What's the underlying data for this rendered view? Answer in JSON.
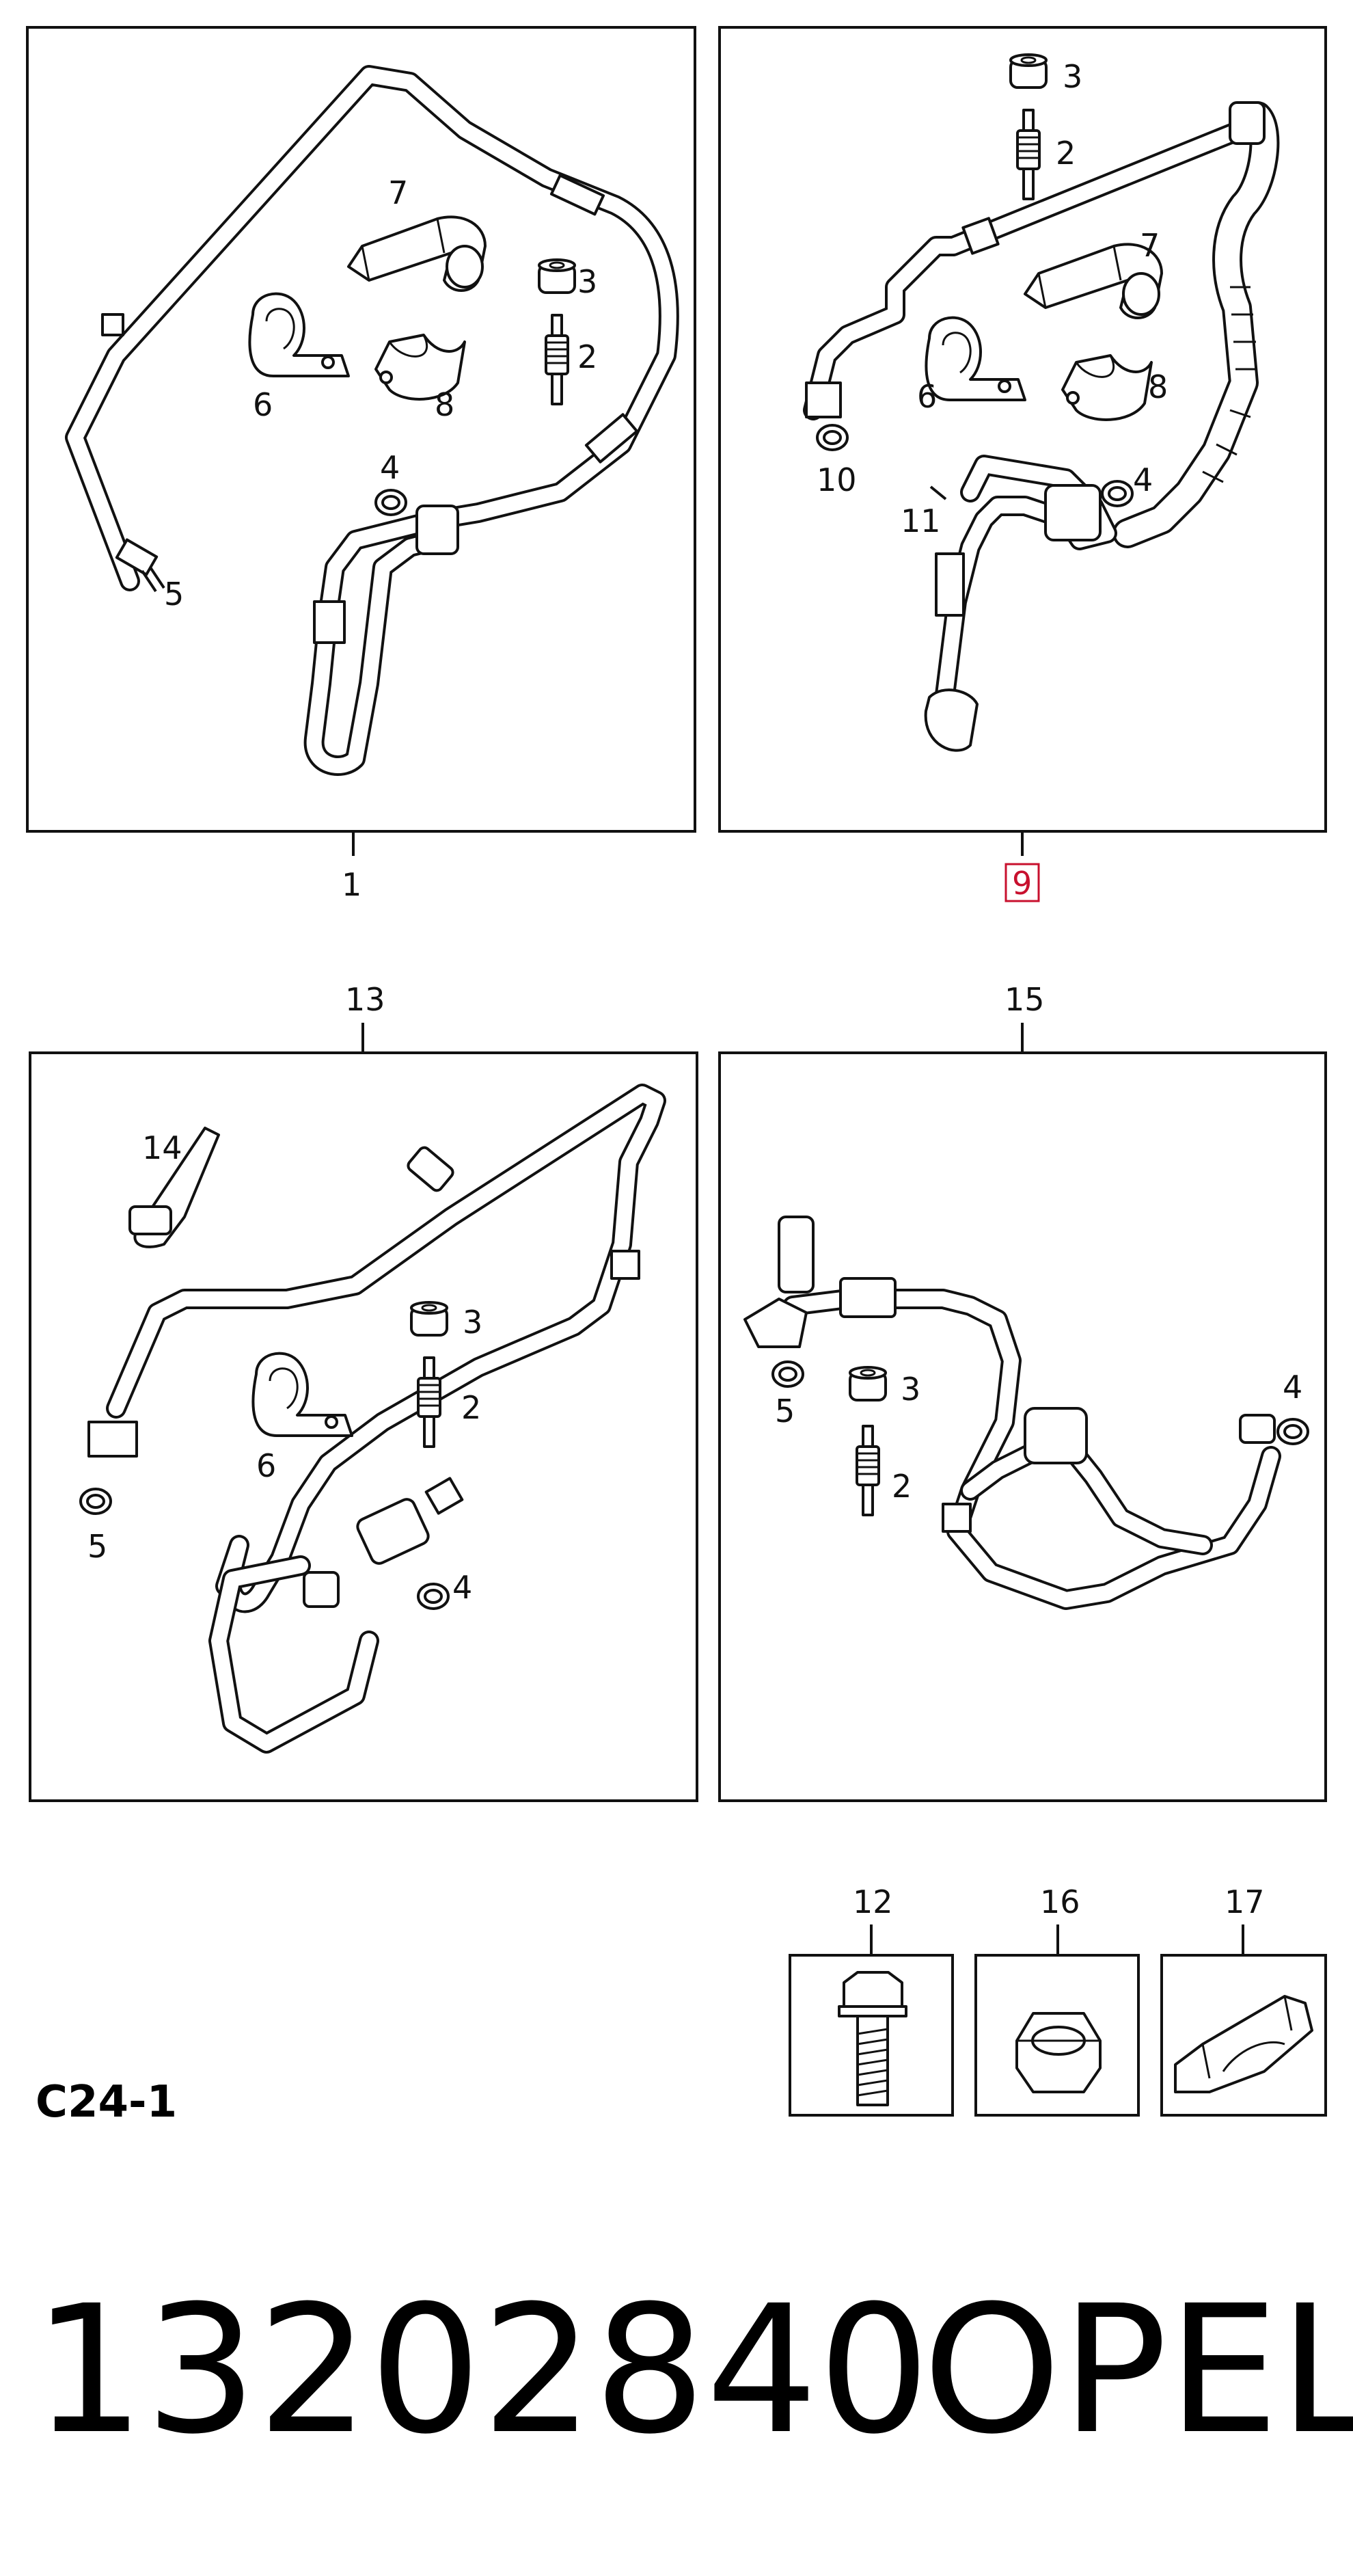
{
  "diagram": {
    "sheet_code": "C24-1",
    "part_number": "13202840",
    "brand": "OPEL",
    "highlight_color": "#c8102e",
    "groups": [
      {
        "id": "1",
        "highlighted": false,
        "callouts": [
          "7",
          "3",
          "6",
          "8",
          "2",
          "4",
          "5"
        ]
      },
      {
        "id": "9",
        "highlighted": true,
        "callouts": [
          "3",
          "2",
          "7",
          "6",
          "8",
          "10",
          "4",
          "11"
        ]
      },
      {
        "id": "13",
        "highlighted": false,
        "callouts": [
          "14",
          "3",
          "2",
          "6",
          "5",
          "4"
        ]
      },
      {
        "id": "15",
        "highlighted": false,
        "callouts": [
          "5",
          "3",
          "4",
          "2"
        ]
      }
    ],
    "small_parts": [
      {
        "id": "12",
        "icon": "bolt-icon"
      },
      {
        "id": "16",
        "icon": "hex-nut-icon"
      },
      {
        "id": "17",
        "icon": "clip-icon"
      }
    ]
  }
}
